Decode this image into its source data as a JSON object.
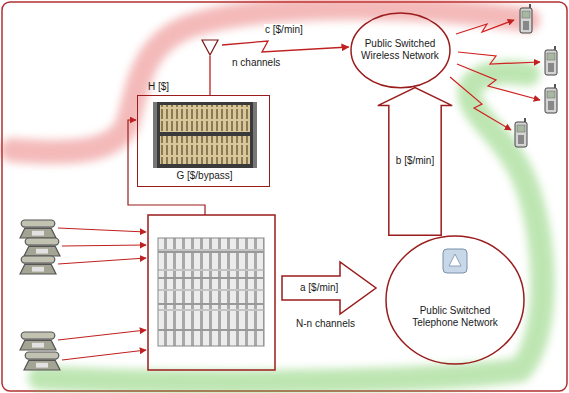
{
  "diagram": {
    "nodes": [
      {
        "text": [
          "H [$]",
          "G [$/bypass]"
        ]
      },
      {
        "text": [
          "Public Switched Wireless Network"
        ]
      },
      {
        "text": [
          "Public Switched Telephone Network"
        ]
      }
    ],
    "edges": [
      {
        "from": 0,
        "to": 1,
        "label": "c [$/min]",
        "arrow": "to"
      },
      {
        "from": 2,
        "to": 1,
        "label": "b [$/min]",
        "arrow": "to"
      }
    ],
    "labels": [
      "n channels",
      "a [$/min]",
      "N-n channels"
    ]
  }
}
